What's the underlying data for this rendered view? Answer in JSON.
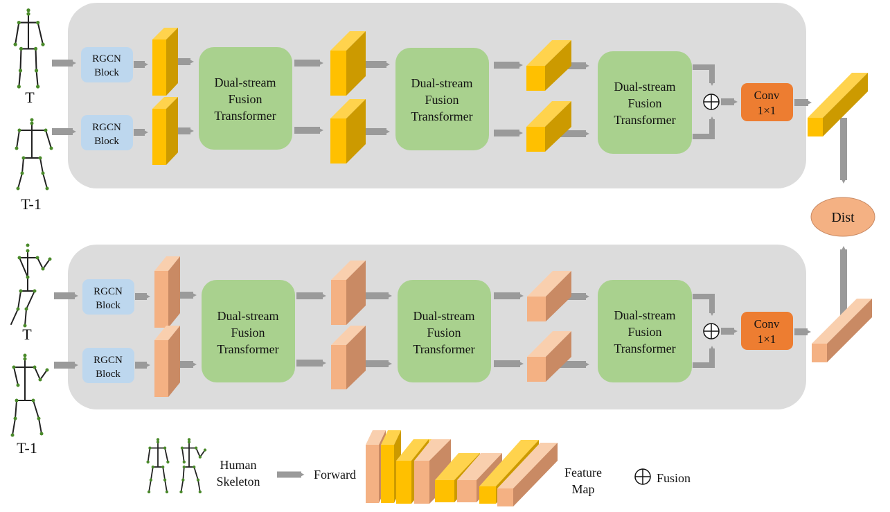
{
  "colors": {
    "panel": "#dcdcdc",
    "rgcn": "#bdd7ee",
    "dft": "#a9d18e",
    "conv": "#ed7d31",
    "dist": "#f4b183",
    "gold_front": "#ffc000",
    "gold_top": "#ffd34d",
    "gold_side": "#cc9a00",
    "peach_front": "#f4b183",
    "peach_top": "#f9cfae",
    "peach_side": "#c98a64",
    "arrow": "#9a9a9a",
    "skeleton_line": "#222222",
    "skeleton_joint": "#4a8a2a"
  },
  "labels": {
    "t": "T",
    "t_minus_1": "T-1",
    "rgcn_line1": "RGCN",
    "rgcn_line2": "Block",
    "dft_line1": "Dual-stream",
    "dft_line2": "Fusion",
    "dft_line3": "Transformer",
    "conv_line1": "Conv",
    "conv_line2": "1×1",
    "dist": "Dist"
  },
  "legend": {
    "skeleton_line1": "Human",
    "skeleton_line2": "Skeleton",
    "forward": "Forward",
    "feature_line1": "Feature",
    "feature_line2": "Map",
    "fusion": "Fusion"
  }
}
